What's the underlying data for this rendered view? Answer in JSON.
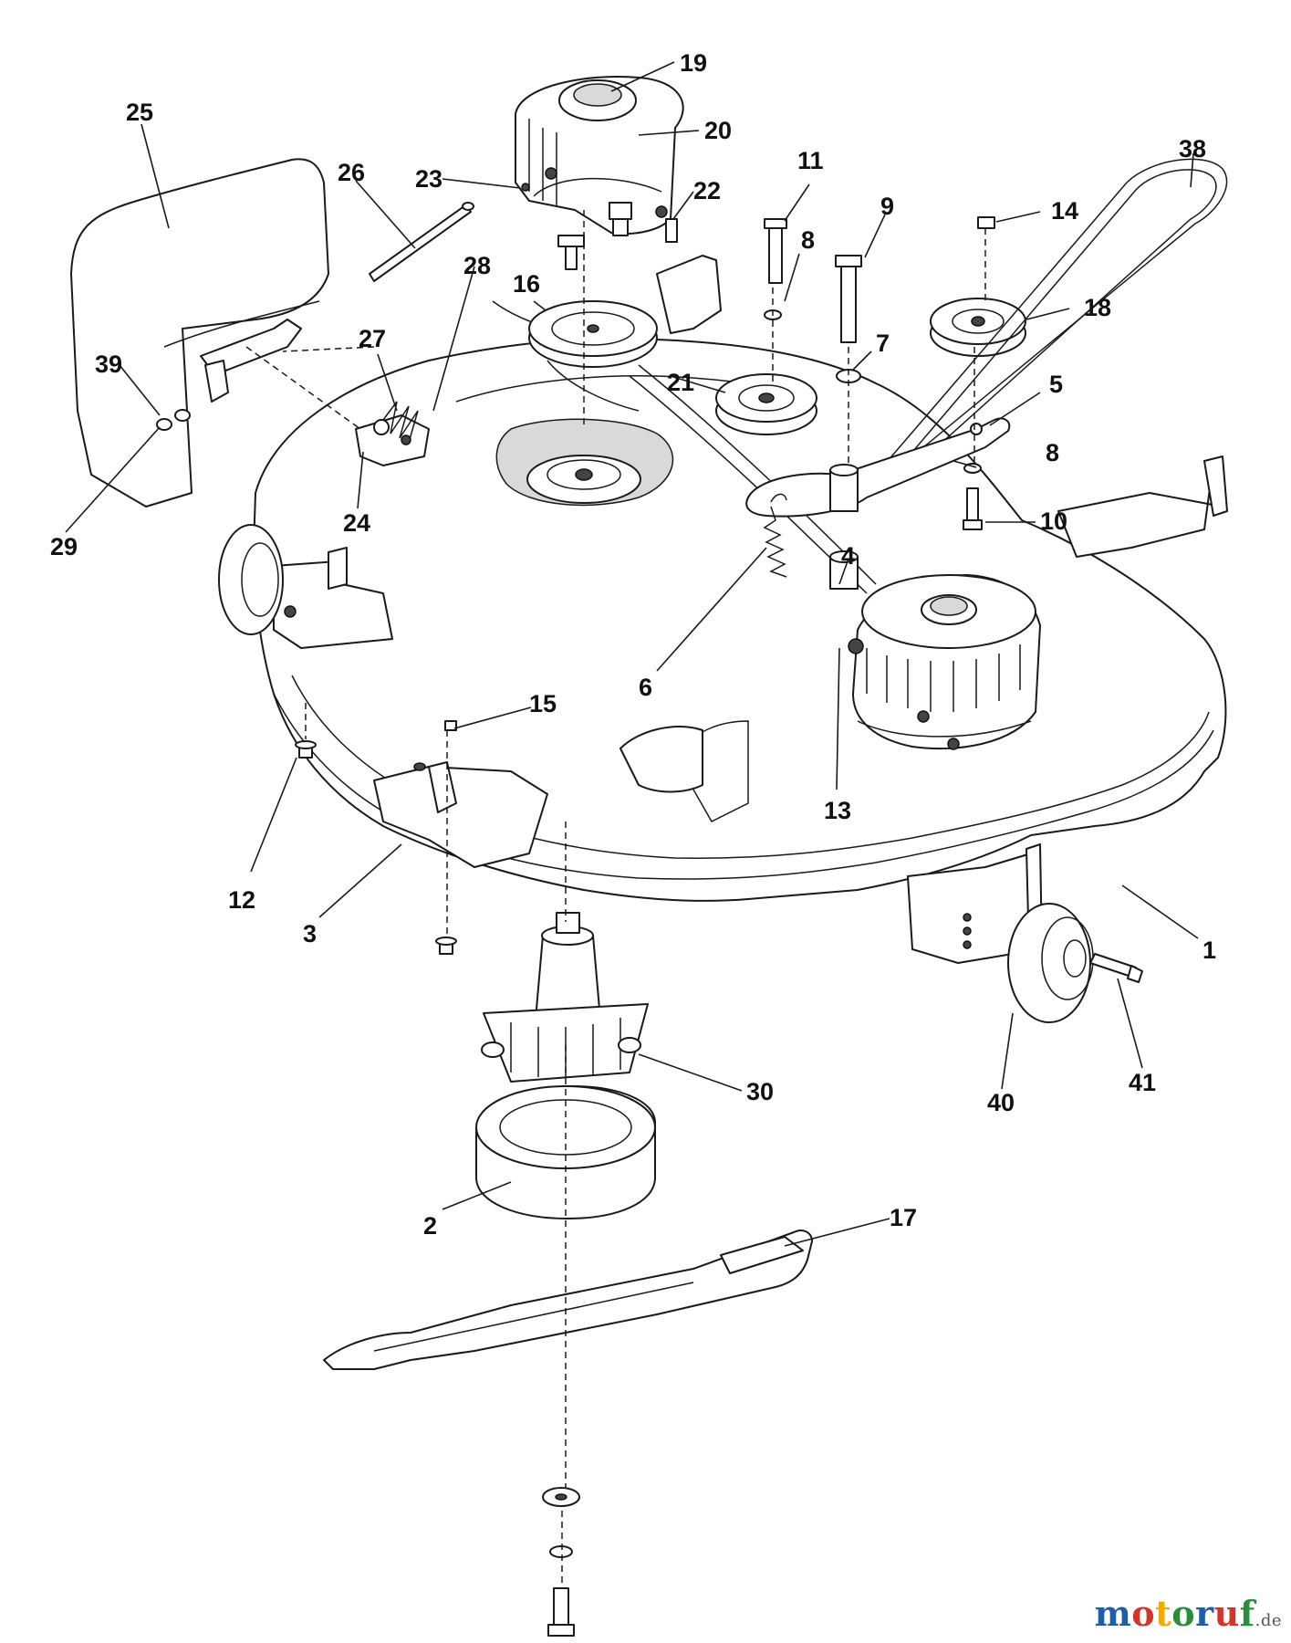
{
  "diagram": {
    "callouts": [
      "1",
      "2",
      "3",
      "4",
      "5",
      "6",
      "7",
      "8",
      "8",
      "9",
      "10",
      "11",
      "12",
      "13",
      "14",
      "15",
      "16",
      "17",
      "18",
      "19",
      "20",
      "21",
      "22",
      "23",
      "24",
      "25",
      "26",
      "27",
      "28",
      "29",
      "30",
      "38",
      "39",
      "40",
      "41"
    ]
  },
  "watermark": {
    "letters": [
      "m",
      "o",
      "t",
      "o",
      "r",
      "u",
      "f"
    ],
    "letter_colors": [
      "#1f5fa8",
      "#d4342b",
      "#f2a900",
      "#2a8f3c",
      "#1f5fa8",
      "#d4342b",
      "#2a8f3c"
    ],
    "suffix": ".de"
  }
}
